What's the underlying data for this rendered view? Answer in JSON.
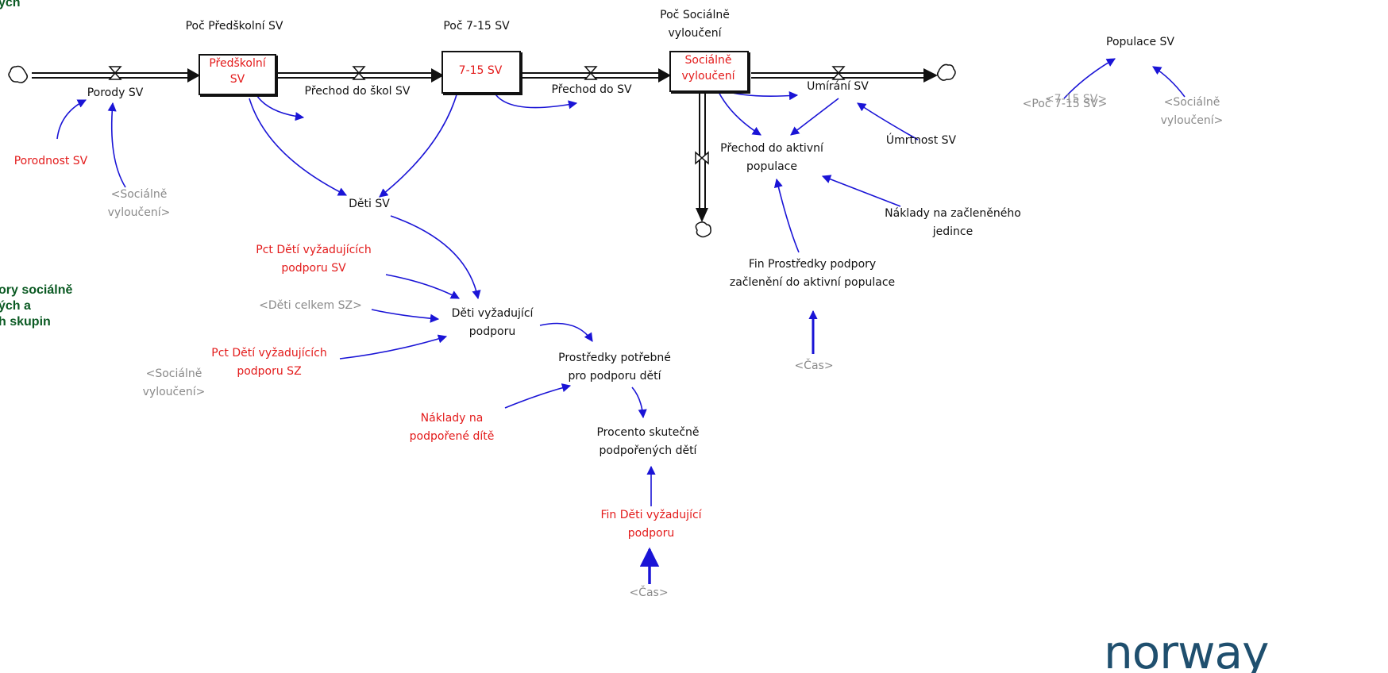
{
  "stocks": {
    "preschool": "Předškolní SV",
    "age_7_15": "7-15 SV",
    "excluded": "Sociálně vyloučení"
  },
  "flows": {
    "births": "Porody SV",
    "to_school": "Přechod do škol SV",
    "to_sv": "Přechod do SV",
    "dying": "Umírání SV",
    "to_active": "Přechod do aktivní populace"
  },
  "initials": {
    "preschool": "Poč Předškolní SV",
    "age_7_15": "Poč 7-15 SV",
    "excluded": "Poč Sociálně vyloučení"
  },
  "variables": {
    "birth_rate": "Porodnost SV",
    "children": "Děti SV",
    "pct_children_sv": "Pct Dětí vyžadujících podporu SV",
    "pct_children_sz": "Pct Dětí vyžadujících podporu SZ",
    "children_support": "Děti vyžadující podporu",
    "funds_needed": "Prostředky potřebné pro podporu dětí",
    "cost_child": "Náklady na podpořené dítě",
    "pct_supported": "Procento skutečně podpořených dětí",
    "fin_children": "Fin Děti vyžadující podporu",
    "mortality": "Úmrtnost SV",
    "cost_individual": "Náklady na začleněného jedince",
    "fin_funds": "Fin Prostředky podpory začlenění do aktivní populace",
    "population": "Populace SV"
  },
  "shadows": {
    "excluded_a": "<Sociálně vyloučení>",
    "excluded_b": "<Sociálně vyloučení>",
    "excluded_c": "<Sociálně vyloučení>",
    "children_sz": "<Děti celkem SZ>",
    "time_a": "<Čas>",
    "time_b": "<Čas>",
    "poc_7_15": "<Poč 7-15 SV>",
    "sv_7_15": "<7-15 SV>"
  },
  "fragments": {
    "top_left": "ých",
    "left_title": "ory sociálně\ných a\nh skupin"
  },
  "logo": "norway"
}
